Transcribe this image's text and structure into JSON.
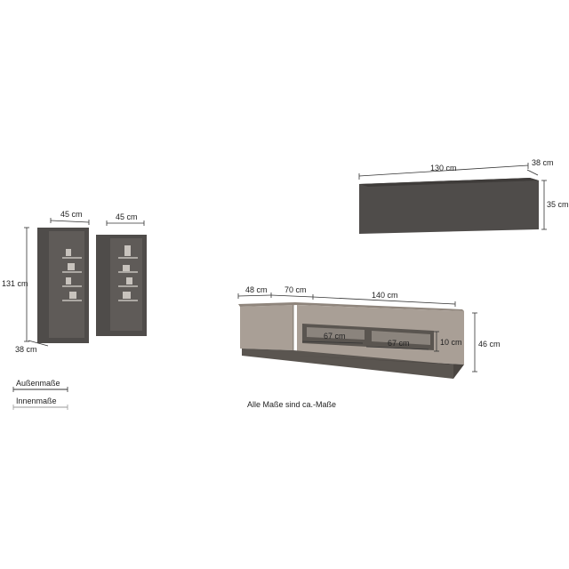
{
  "labels": {
    "cab1_width": "45 cm",
    "cab2_width": "45 cm",
    "cab_height": "131 cm",
    "cab_depth": "38 cm",
    "wall_width": "130 cm",
    "wall_depth": "38 cm",
    "wall_height": "35 cm",
    "tv_w1": "48 cm",
    "tv_w2": "70 cm",
    "tv_w3": "140 cm",
    "tv_inner1": "67 cm",
    "tv_inner2": "67 cm",
    "tv_inner_h": "10 cm",
    "tv_height": "46 cm"
  },
  "legend": {
    "outer": "Außenmaße",
    "inner": "Innenmaße"
  },
  "note": "Alle Maße sind ca.-Maße",
  "colors": {
    "cabinet_dark": "#4f4c4a",
    "wood": "#a99f96",
    "wood_dark": "#8f857c",
    "base": "#5a5550",
    "shelf_light": "#d9d5d0",
    "line": "#333333"
  }
}
